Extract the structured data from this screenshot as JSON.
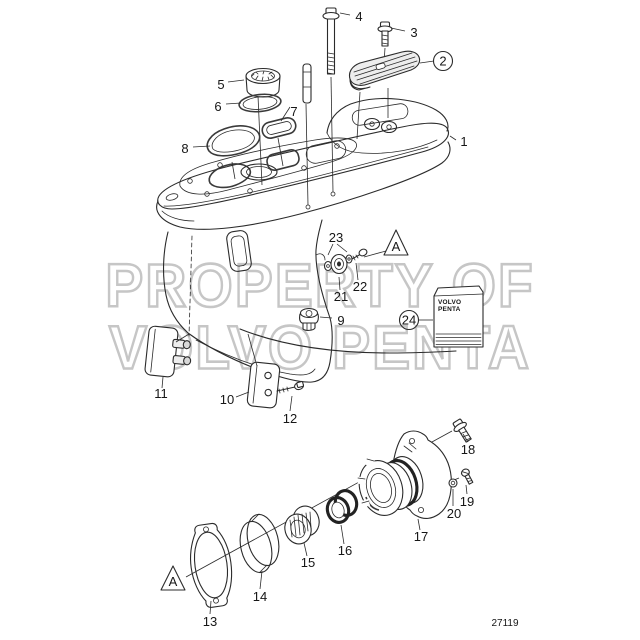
{
  "diagram": {
    "type": "exploded-parts-diagram",
    "subject": "Volvo Penta lower gear unit housing",
    "drawing_number": "27119",
    "ink_color": "#2b2b2b",
    "watermark_color": "#c6c6c6",
    "background_color": "#ffffff"
  },
  "watermark": {
    "line1": "PROPERTY OF",
    "line2": "VOLVO PENTA"
  },
  "service_kit_label": {
    "line1": "VOLVO",
    "line2": "PENTA"
  },
  "reference_marks": {
    "upper": "A",
    "lower": "A"
  },
  "callouts": {
    "c1": "1",
    "c2": "2",
    "c3": "3",
    "c4": "4",
    "c5": "5",
    "c6": "6",
    "c7": "7",
    "c8": "8",
    "c9": "9",
    "c10": "10",
    "c11": "11",
    "c12": "12",
    "c13": "13",
    "c14": "14",
    "c15": "15",
    "c16": "16",
    "c17": "17",
    "c18": "18",
    "c19": "19",
    "c20": "20",
    "c21": "21",
    "c22": "22",
    "c23": "23",
    "c24": "24",
    "circled_items": [
      "2",
      "24"
    ]
  }
}
